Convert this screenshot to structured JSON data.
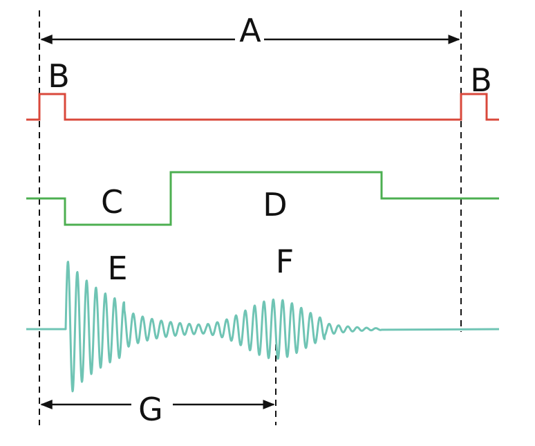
{
  "labels": {
    "a": "A",
    "b_left": "B",
    "b_right": "B",
    "c": "C",
    "d": "D",
    "e": "E",
    "f": "F",
    "g": "G"
  },
  "colors": {
    "pulse": "#d9483b",
    "gate": "#4caf50",
    "echo": "#6fc4b4",
    "ink": "#111111",
    "background": "#ffffff"
  }
}
